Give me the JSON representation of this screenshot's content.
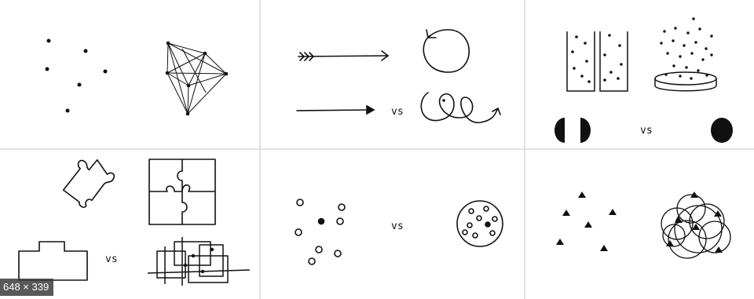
{
  "panels": [
    {
      "id": "points-to-network",
      "vs_label": ""
    },
    {
      "id": "arrows-vs-loops",
      "vs_label": "vs"
    },
    {
      "id": "containers-and-halves",
      "vs_label": "vs"
    },
    {
      "id": "puzzle-and-grid",
      "vs_label": "vs"
    },
    {
      "id": "circles",
      "vs_label": "vs"
    },
    {
      "id": "triangles-and-overlap",
      "vs_label": ""
    }
  ],
  "badge": {
    "dimensions_text": "648 × 339"
  },
  "colors": {
    "background": "#ffffff",
    "stroke": "#111111",
    "divider": "#d9d9d9"
  }
}
